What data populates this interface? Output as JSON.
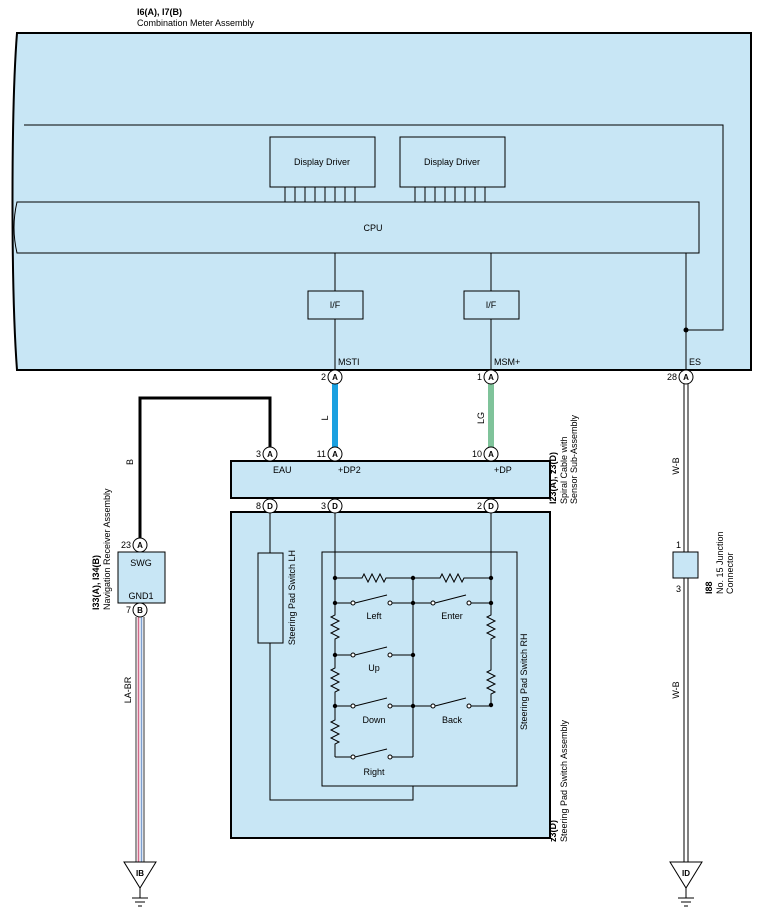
{
  "meter": {
    "codes": "I6(A), I7(B)",
    "name": "Combination Meter Assembly"
  },
  "blocks": {
    "display_driver_1": "Display Driver",
    "display_driver_2": "Display Driver",
    "cpu": "CPU",
    "if_1": "I/F",
    "if_2": "I/F"
  },
  "meter_pins": [
    {
      "label": "MSTI",
      "num": "2",
      "conn": "A"
    },
    {
      "label": "MSM+",
      "num": "1",
      "conn": "A"
    },
    {
      "label": "ES",
      "num": "28",
      "conn": "A"
    }
  ],
  "wires": {
    "l": "L",
    "lg": "LG",
    "b": "B",
    "wb_top": "W-B",
    "wb_bottom": "W-B",
    "labr": "LA-BR"
  },
  "colors": {
    "fill": "#c8e6f5",
    "wire_l": "#1aa0e0",
    "wire_lg": "#7fc39a",
    "wire_labr_1": "#d06a8a",
    "wire_labr_2": "#7c9fcf"
  },
  "spiral": {
    "codes": "I23(A), z3(D)",
    "name_line1": "Spiral Cable with",
    "name_line2": "Sensor Sub-Assembly",
    "top_pins": [
      {
        "label": "EAU",
        "num": "3",
        "conn": "A"
      },
      {
        "label": "+DP2",
        "num": "11",
        "conn": "A"
      },
      {
        "label": "+DP",
        "num": "10",
        "conn": "A"
      }
    ],
    "bottom_pins": [
      {
        "num": "8",
        "conn": "D"
      },
      {
        "num": "3",
        "conn": "D"
      },
      {
        "num": "2",
        "conn": "D"
      }
    ]
  },
  "nav": {
    "codes": "I33(A), I34(B)",
    "name": "Navigation Receiver Assembly",
    "swg": "SWG",
    "gnd1": "GND1",
    "pin_top": {
      "num": "23",
      "conn": "A"
    },
    "pin_bottom": {
      "num": "7",
      "conn": "B"
    }
  },
  "switch_assy": {
    "codes": "z3(D)",
    "name": "Steering Pad Switch Assembly",
    "lh": "Steering Pad Switch LH",
    "rh": "Steering Pad Switch RH",
    "switches": {
      "left": "Left",
      "enter": "Enter",
      "up": "Up",
      "down": "Down",
      "back": "Back",
      "right": "Right"
    }
  },
  "junction": {
    "code": "I88",
    "line1": "No. 15 Junction",
    "line2": "Connector",
    "pin_top": "1",
    "pin_bottom": "3"
  },
  "grounds": {
    "left": "IB",
    "right": "ID"
  }
}
